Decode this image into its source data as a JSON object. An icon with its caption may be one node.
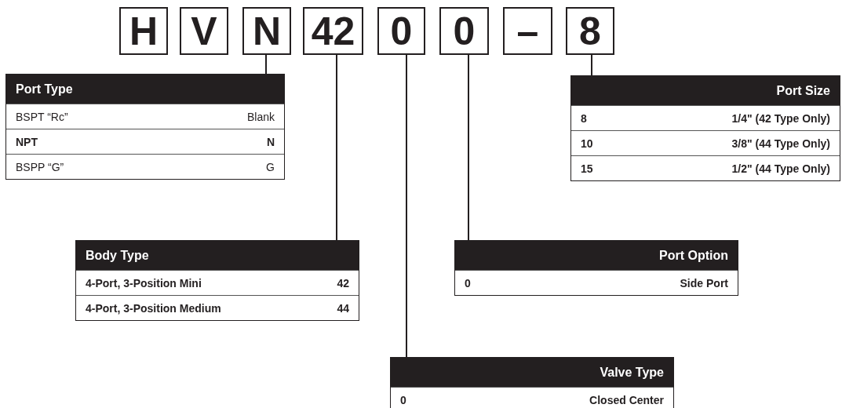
{
  "diagram": {
    "nodes": [
      {
        "text": [
          "H"
        ]
      },
      {
        "text": [
          "V"
        ]
      },
      {
        "text": [
          "N"
        ]
      },
      {
        "text": [
          "42"
        ]
      },
      {
        "text": [
          "0"
        ]
      },
      {
        "text": [
          "0"
        ]
      },
      {
        "text": [
          "–"
        ]
      },
      {
        "text": [
          "8"
        ]
      },
      {
        "text": [
          "Port Type",
          "BSPT “Rc”",
          "Blank",
          "**NPT**",
          "**N**",
          "BSPP “G”",
          "G"
        ]
      },
      {
        "text": [
          "Port Size",
          "8",
          "1/4\" (42 Type Only)",
          "10",
          "3/8\" (44 Type Only)",
          "15",
          "1/2\" (44 Type Only)"
        ]
      },
      {
        "text": [
          "Body Type",
          "4-Port, 3-Position Mini",
          "42",
          "4-Port, 3-Position Medium",
          "44"
        ]
      },
      {
        "text": [
          "Port Option",
          "0",
          "Side Port"
        ]
      },
      {
        "text": [
          "Valve Type",
          "0",
          "Closed Center"
        ]
      }
    ],
    "edges": [
      {
        "from": 2,
        "to": 8,
        "arrow": "none"
      },
      {
        "from": 7,
        "to": 9,
        "arrow": "none"
      },
      {
        "from": 3,
        "to": 10,
        "arrow": "none"
      },
      {
        "from": 5,
        "to": 11,
        "arrow": "none"
      },
      {
        "from": 4,
        "to": 12,
        "arrow": "none"
      }
    ]
  }
}
